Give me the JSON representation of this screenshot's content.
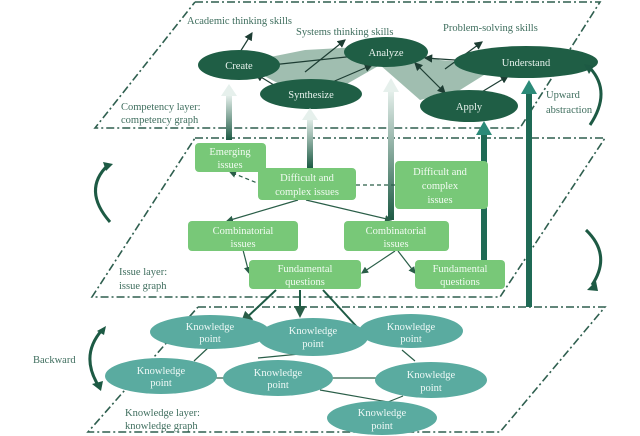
{
  "colors": {
    "competency_node": "#1f5e45",
    "competency_fill_region": "#8fb3a2",
    "issue_node": "#78c878",
    "knowledge_node": "#5aaba0",
    "layer_border": "#2f5f4f",
    "arrow_dark": "#1d5a44",
    "arrow_teal": "#2b8a78",
    "label_text": "#3f6e5e"
  },
  "competency_layer": {
    "label_line1": "Competency layer:",
    "label_line2": "competency graph",
    "skill_labels": {
      "academic": "Academic thinking skills",
      "systems": "Systems thinking skills",
      "problem": "Problem-solving skills"
    },
    "nodes": {
      "create": "Create",
      "synthesize": "Synthesize",
      "analyze": "Analyze",
      "apply": "Apply",
      "understand": "Understand"
    }
  },
  "issue_layer": {
    "label_line1": "Issue layer:",
    "label_line2": "issue graph",
    "nodes": {
      "emerging": [
        "Emerging",
        "issues"
      ],
      "difficult_left": [
        "Difficult and",
        "complex issues"
      ],
      "difficult_right": [
        "Difficult and",
        "complex",
        "issues"
      ],
      "combinatorial_left": [
        "Combinatorial",
        "issues"
      ],
      "combinatorial_right": [
        "Combinatorial",
        "issues"
      ],
      "fundamental_left": [
        "Fundamental",
        "questions"
      ],
      "fundamental_right": [
        "Fundamental",
        "questions"
      ]
    }
  },
  "knowledge_layer": {
    "label_line1": "Knowledge layer:",
    "label_line2": "knowledge graph",
    "node_label": [
      "Knowledge",
      "point"
    ]
  },
  "annotations": {
    "upward_line1": "Upward",
    "upward_line2": "abstraction",
    "backward": "Backward"
  }
}
